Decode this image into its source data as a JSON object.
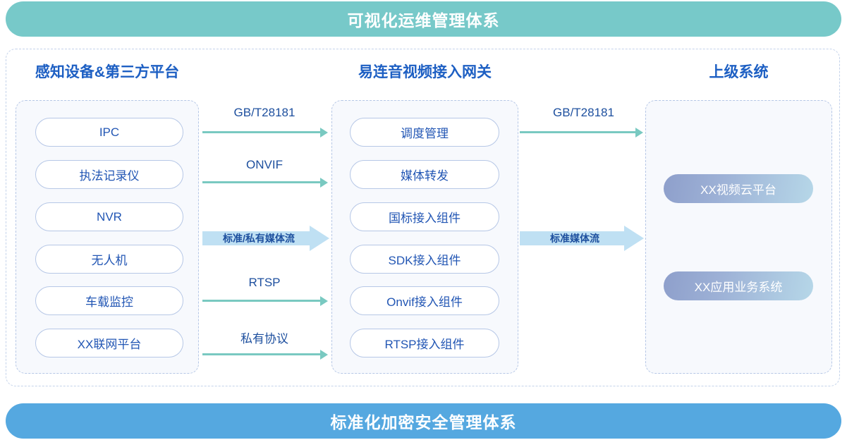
{
  "banners": {
    "top": "可视化运维管理体系",
    "bottom": "标准化加密安全管理体系",
    "top_color": "#77c9c9",
    "bottom_color": "#55a8e0"
  },
  "columns": {
    "left": {
      "title": "感知设备&第三方平台",
      "items": [
        {
          "label": "IPC"
        },
        {
          "label": "执法记录仪"
        },
        {
          "label": "NVR"
        },
        {
          "label": "无人机"
        },
        {
          "label": "车载监控"
        },
        {
          "label": "XX联网平台"
        }
      ]
    },
    "middle": {
      "title": "易连音视频接入网关",
      "items": [
        {
          "label": "调度管理"
        },
        {
          "label": "媒体转发"
        },
        {
          "label": "国标接入组件"
        },
        {
          "label": "SDK接入组件"
        },
        {
          "label": "Onvif接入组件"
        },
        {
          "label": "RTSP接入组件"
        }
      ]
    },
    "right": {
      "title": "上级系统",
      "items": [
        {
          "label": "XX视频云平台"
        },
        {
          "label": "XX应用业务系统"
        }
      ]
    }
  },
  "connectors": {
    "left_to_middle": [
      {
        "label": "GB/T28181",
        "type": "thin"
      },
      {
        "label": "ONVIF",
        "type": "thin"
      },
      {
        "label": "RTSP",
        "type": "thin"
      },
      {
        "label": "私有协议",
        "type": "thin"
      }
    ],
    "left_to_middle_block": {
      "label": "标准/私有媒体流",
      "type": "block"
    },
    "middle_to_right": [
      {
        "label": "GB/T28181",
        "type": "thin"
      }
    ],
    "middle_to_right_block": {
      "label": "标准媒体流",
      "type": "block"
    }
  },
  "palette": {
    "title_blue": "#1d5fc3",
    "pill_text": "#2256b4",
    "pill_border": "#b6c7e6",
    "arrow_teal": "#79c9c1",
    "block_arrow": "#bfe0f3",
    "group_bg": "#f7f9fd",
    "dashed_border": "#b6c7e6"
  }
}
